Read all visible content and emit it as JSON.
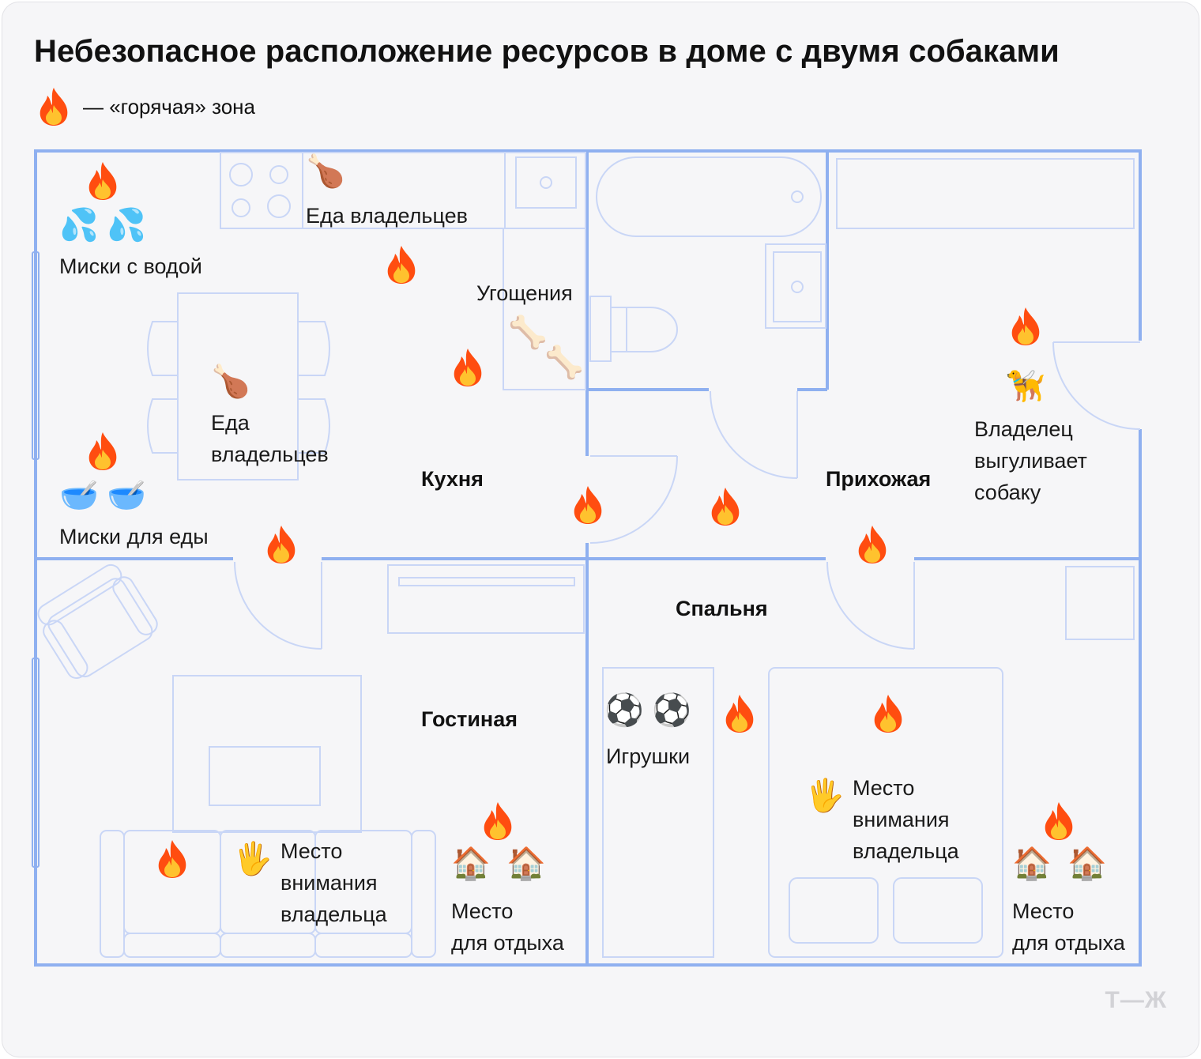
{
  "title": "Небезопасное расположение ресурсов в доме с двумя собаками",
  "legend": {
    "text": "— «горячая» зона"
  },
  "rooms": {
    "kitchen": "Кухня",
    "hallway": "Прихожая",
    "bedroom": "Спальня",
    "living": "Гостиная"
  },
  "labels": {
    "water_bowls": "Миски с водой",
    "owner_food_counter": "Еда владельцев",
    "treats": "Угощения",
    "owner_food_table": "Еда\nвладельцев",
    "food_bowls": "Миски для еды",
    "owner_walks": "Владелец\nвыгуливает\nсобаку",
    "toys": "Игрушки",
    "attention_living": "Место\nвнимания\nвладельца",
    "rest_living": "Место\nдля отдыха",
    "attention_bedroom": "Место\nвнимания\nвладельца",
    "rest_bedroom": "Место\nдля отдыха"
  },
  "icons": {
    "water": "💦",
    "chicken": "🍗",
    "bone": "🦴",
    "bowl": "🥣",
    "dog": "🦮",
    "ball": "⚽",
    "hand": "🖐",
    "house": "🏠"
  },
  "colors": {
    "wall": "#8fb0f0",
    "furniture": "#c9d6f6",
    "fire_outer": "#ff4d10",
    "fire_inner": "#ffc22e"
  },
  "logo": "Т—Ж"
}
